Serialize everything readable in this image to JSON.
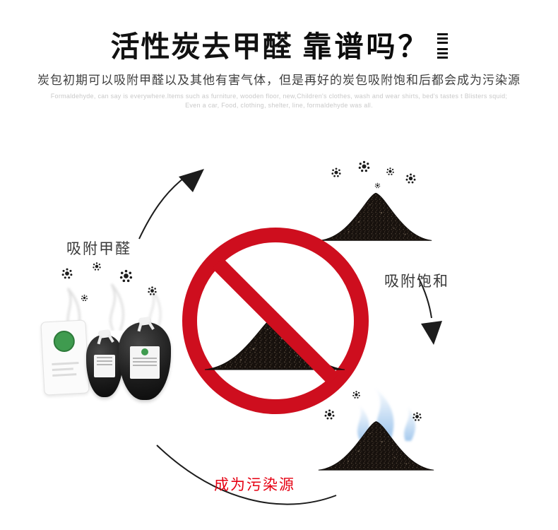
{
  "header": {
    "title_main": "活性炭去甲醛",
    "title_accent": "靠谱吗？",
    "title_icon": "lines-icon",
    "subtitle": "炭包初期可以吸附甲醛以及其他有害气体，但是再好的炭包吸附饱和后都会成为污染源",
    "english_line1": "Formaldehyde, can say is everywhere.Items such as furniture, wooden floor, new,Children's clothes, wash and wear shirts, bed's tastes t Blisters squid;",
    "english_line2": "Even a car, Food, clothing, shelter, line, formaldehyde was all."
  },
  "diagram": {
    "steps": {
      "adsorb": "吸附甲醛",
      "saturated": "吸附饱和",
      "pollution": "成为污染源"
    },
    "icons": {
      "prohibition": "no-entry-icon",
      "arrows": "arrow-icon",
      "particles": "spore-icon",
      "pile": "charcoal-pile",
      "vapor": "vapor-icon",
      "smoke": "smoke-icon"
    },
    "colors": {
      "prohibition_red": "#ce0e1e",
      "pollution_red": "#e60012",
      "charcoal_dark": "#17110d",
      "vapor_blue": "#8fbce9",
      "arrow_black": "#1c1c1c",
      "label_dark": "#3a3a3a"
    }
  }
}
